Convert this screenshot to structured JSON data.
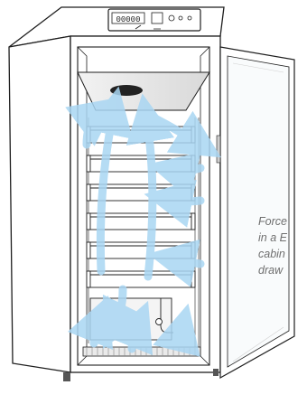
{
  "caption_lines": [
    "Force",
    "in a E",
    "cabin",
    "draw"
  ],
  "control_panel": {
    "display_text": "00000"
  },
  "colors": {
    "line": "#1e1e1e",
    "cabinet_fill": "#ffffff",
    "airflow": "#a9d6f3",
    "caption": "#6f6f6f"
  }
}
